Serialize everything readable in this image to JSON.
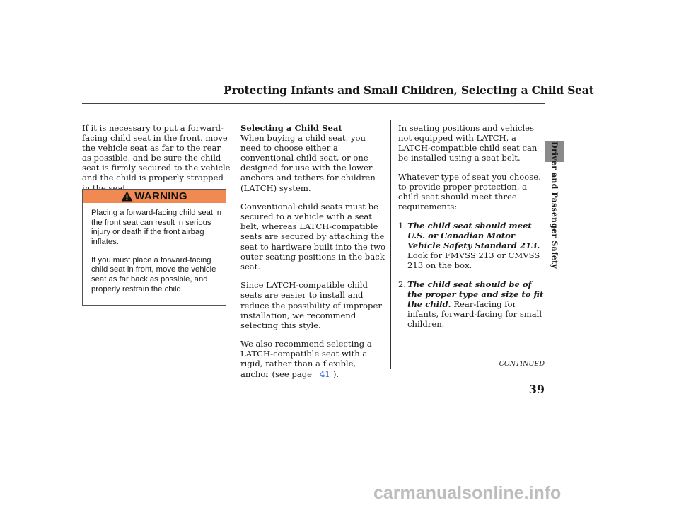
{
  "header": {
    "title": "Protecting Infants and Small Children, Selecting a Child Seat"
  },
  "col1": {
    "paragraph": "If it is necessary to put a forward-facing child seat in the front, move the vehicle seat as far to the rear as possible, and be sure the child seat is firmly secured to the vehicle and the child is properly strapped in the seat."
  },
  "warning": {
    "label": "WARNING",
    "icon": "warning-triangle-icon",
    "bar_color": "#f08a52",
    "p1": "Placing a forward-facing child seat in the front seat can result in serious injury or death if the front airbag inflates.",
    "p2": "If you must place a forward-facing child seat in front, move the vehicle seat as far back as possible, and properly restrain the child."
  },
  "col2": {
    "heading": "Selecting a Child Seat",
    "p1": "When buying a child seat, you need to choose either a conventional child seat, or one designed for use with the lower anchors and tethers for children (LATCH) system.",
    "p2": "Conventional child seats must be secured to a vehicle with a seat belt, whereas LATCH-compatible seats are secured by attaching the seat to hardware built into the two outer seating positions in the back seat.",
    "p3": "Since LATCH-compatible child seats are easier to install and reduce the possibility of improper installation, we recommend selecting this style.",
    "p4": "We also recommend selecting a LATCH-compatible seat with a rigid, rather than a flexible, anchor (see page",
    "page_link": "41",
    "p4_end": ")."
  },
  "col3": {
    "p1": "In seating positions and vehicles not equipped with LATCH, a LATCH-compatible child seat can be installed using a seat belt.",
    "p2": "Whatever type of seat you choose, to provide proper protection, a child seat should meet three requirements:",
    "items": [
      {
        "num": "1.",
        "bold": "The child seat should meet U.S. or Canadian Motor Vehicle Safety Standard 213.",
        "text": " Look for FMVSS 213 or CMVSS 213 on the box."
      },
      {
        "num": "2.",
        "bold": "The child seat should be of the proper type and size to fit the child.",
        "text": " Rear-facing for infants, forward-facing for small children."
      }
    ]
  },
  "sidebar": {
    "section": "Driver and Passenger Safety",
    "tab_color": "#8a8a8a"
  },
  "footer": {
    "continued": "CONTINUED",
    "page_number": "39"
  },
  "watermark": {
    "text": "carmanualsonline.info"
  }
}
